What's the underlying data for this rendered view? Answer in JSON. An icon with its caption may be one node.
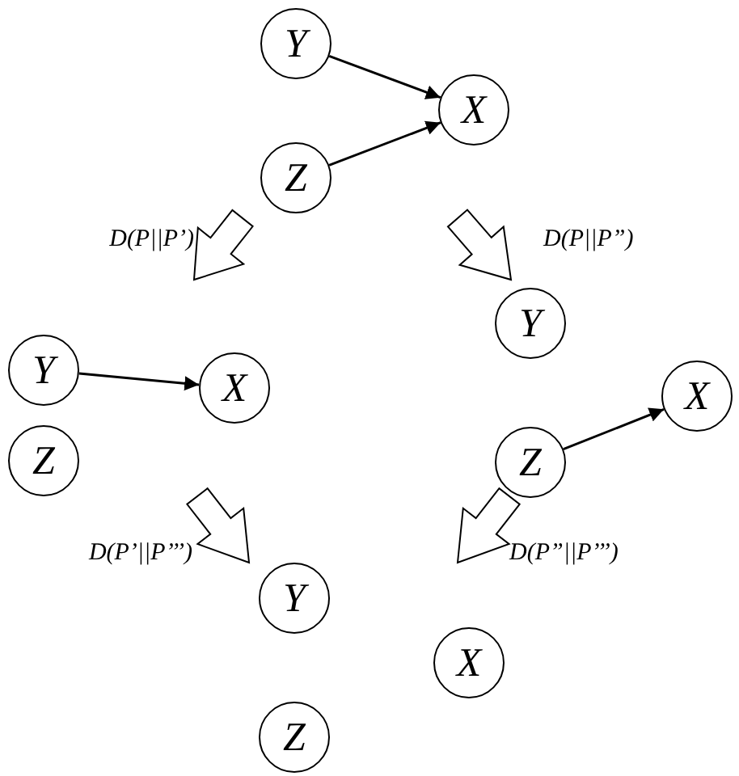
{
  "diagram": {
    "nodes": [
      {
        "text": [
          "Y"
        ]
      },
      {
        "text": [
          "X"
        ]
      },
      {
        "text": [
          "Z"
        ]
      },
      {
        "text": [
          "Y"
        ]
      },
      {
        "text": [
          "X"
        ]
      },
      {
        "text": [
          "Z"
        ]
      },
      {
        "text": [
          "Y"
        ]
      },
      {
        "text": [
          "X"
        ]
      },
      {
        "text": [
          "Z"
        ]
      },
      {
        "text": [
          "Y"
        ]
      },
      {
        "text": [
          "Z"
        ]
      },
      {
        "text": [
          "X"
        ]
      }
    ],
    "edges": [
      {
        "from": 0,
        "to": 1,
        "arrow": "to"
      },
      {
        "from": 2,
        "to": 1,
        "arrow": "to"
      },
      {
        "from": 3,
        "to": 4,
        "arrow": "to"
      },
      {
        "from": 8,
        "to": 7,
        "arrow": "to"
      }
    ],
    "labels": [
      "D(P||P’)",
      "D(P||P”)",
      "D(P’||P’’’)",
      "D(P”||P’’’)"
    ]
  }
}
